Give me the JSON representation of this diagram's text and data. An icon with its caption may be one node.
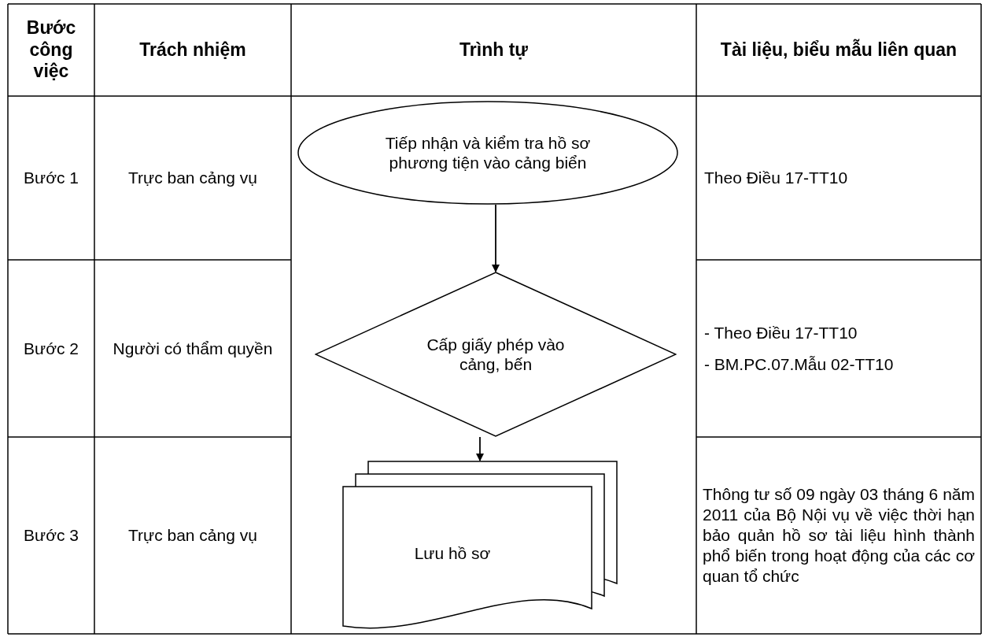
{
  "diagram": {
    "nodes": [
      {
        "text": [
          "Tiếp nhận và kiểm tra hồ sơ phương tiện vào cảng biển"
        ]
      },
      {
        "text": [
          "Cấp giấy phép vào cảng, bến"
        ]
      },
      {
        "text": [
          "Lưu hồ sơ"
        ]
      }
    ],
    "edges": [
      {
        "from": 0,
        "to": 1,
        "arrow": "to"
      },
      {
        "from": 1,
        "to": 2,
        "arrow": "to"
      }
    ],
    "labels": [
      "Bước công việc",
      "Trách nhiệm",
      "Trình tự",
      "Tài liệu, biểu mẫu liên quan",
      "Bước 1",
      "Trực ban cảng vụ",
      "Theo Điều 17-TT10",
      "Bước 2",
      "Người có thẩm quyền",
      "- Theo Điều 17-TT10",
      "- BM.PC.07.Mẫu 02-TT10",
      "Bước 3",
      "Trực ban cảng vụ",
      "Thông tư số 09 ngày 03 tháng 6 năm 2011 của Bộ Nội vụ về việc thời hạn bảo quản hồ sơ tài liệu hình thành phổ biến trong hoạt động của các cơ quan tổ chức"
    ]
  }
}
